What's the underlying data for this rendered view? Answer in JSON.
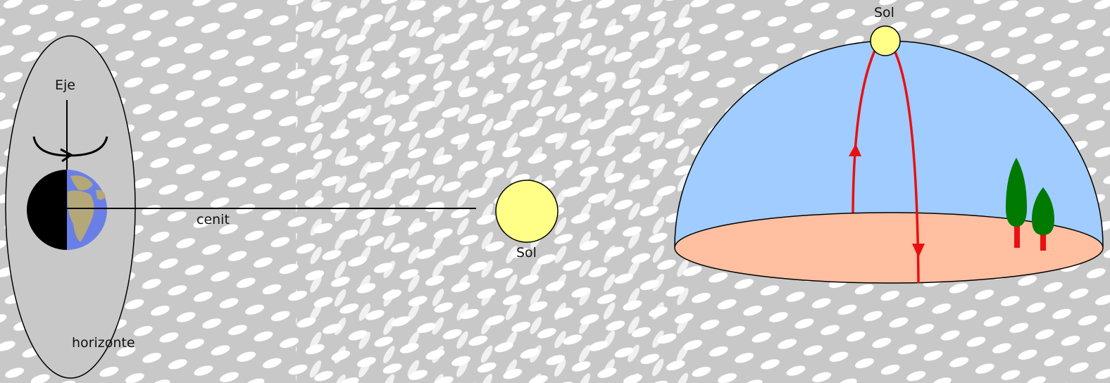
{
  "labels": {
    "axis": "Eje",
    "zenith": "cenit",
    "horizon": "horizonte",
    "sun_center": "Sol",
    "sun_dome": "Sol"
  },
  "colors": {
    "background_gray": "#c8c8c8",
    "background_white": "#ffffff",
    "ellipse_fill": "#c8c8c8",
    "sun": "#ffff88",
    "sky": "#a0ccff",
    "ground": "#ffbfa0",
    "path": "#e81010",
    "tree_crown": "#007a00",
    "tree_trunk": "#e81010",
    "ocean": "#6a7fe6",
    "land": "#b4a878",
    "night_side": "#000000"
  },
  "icons": {
    "earth": "earth-icon",
    "rotation": "rotation-arrow-icon",
    "sun": "sun-icon",
    "tree": "tree-icon"
  }
}
